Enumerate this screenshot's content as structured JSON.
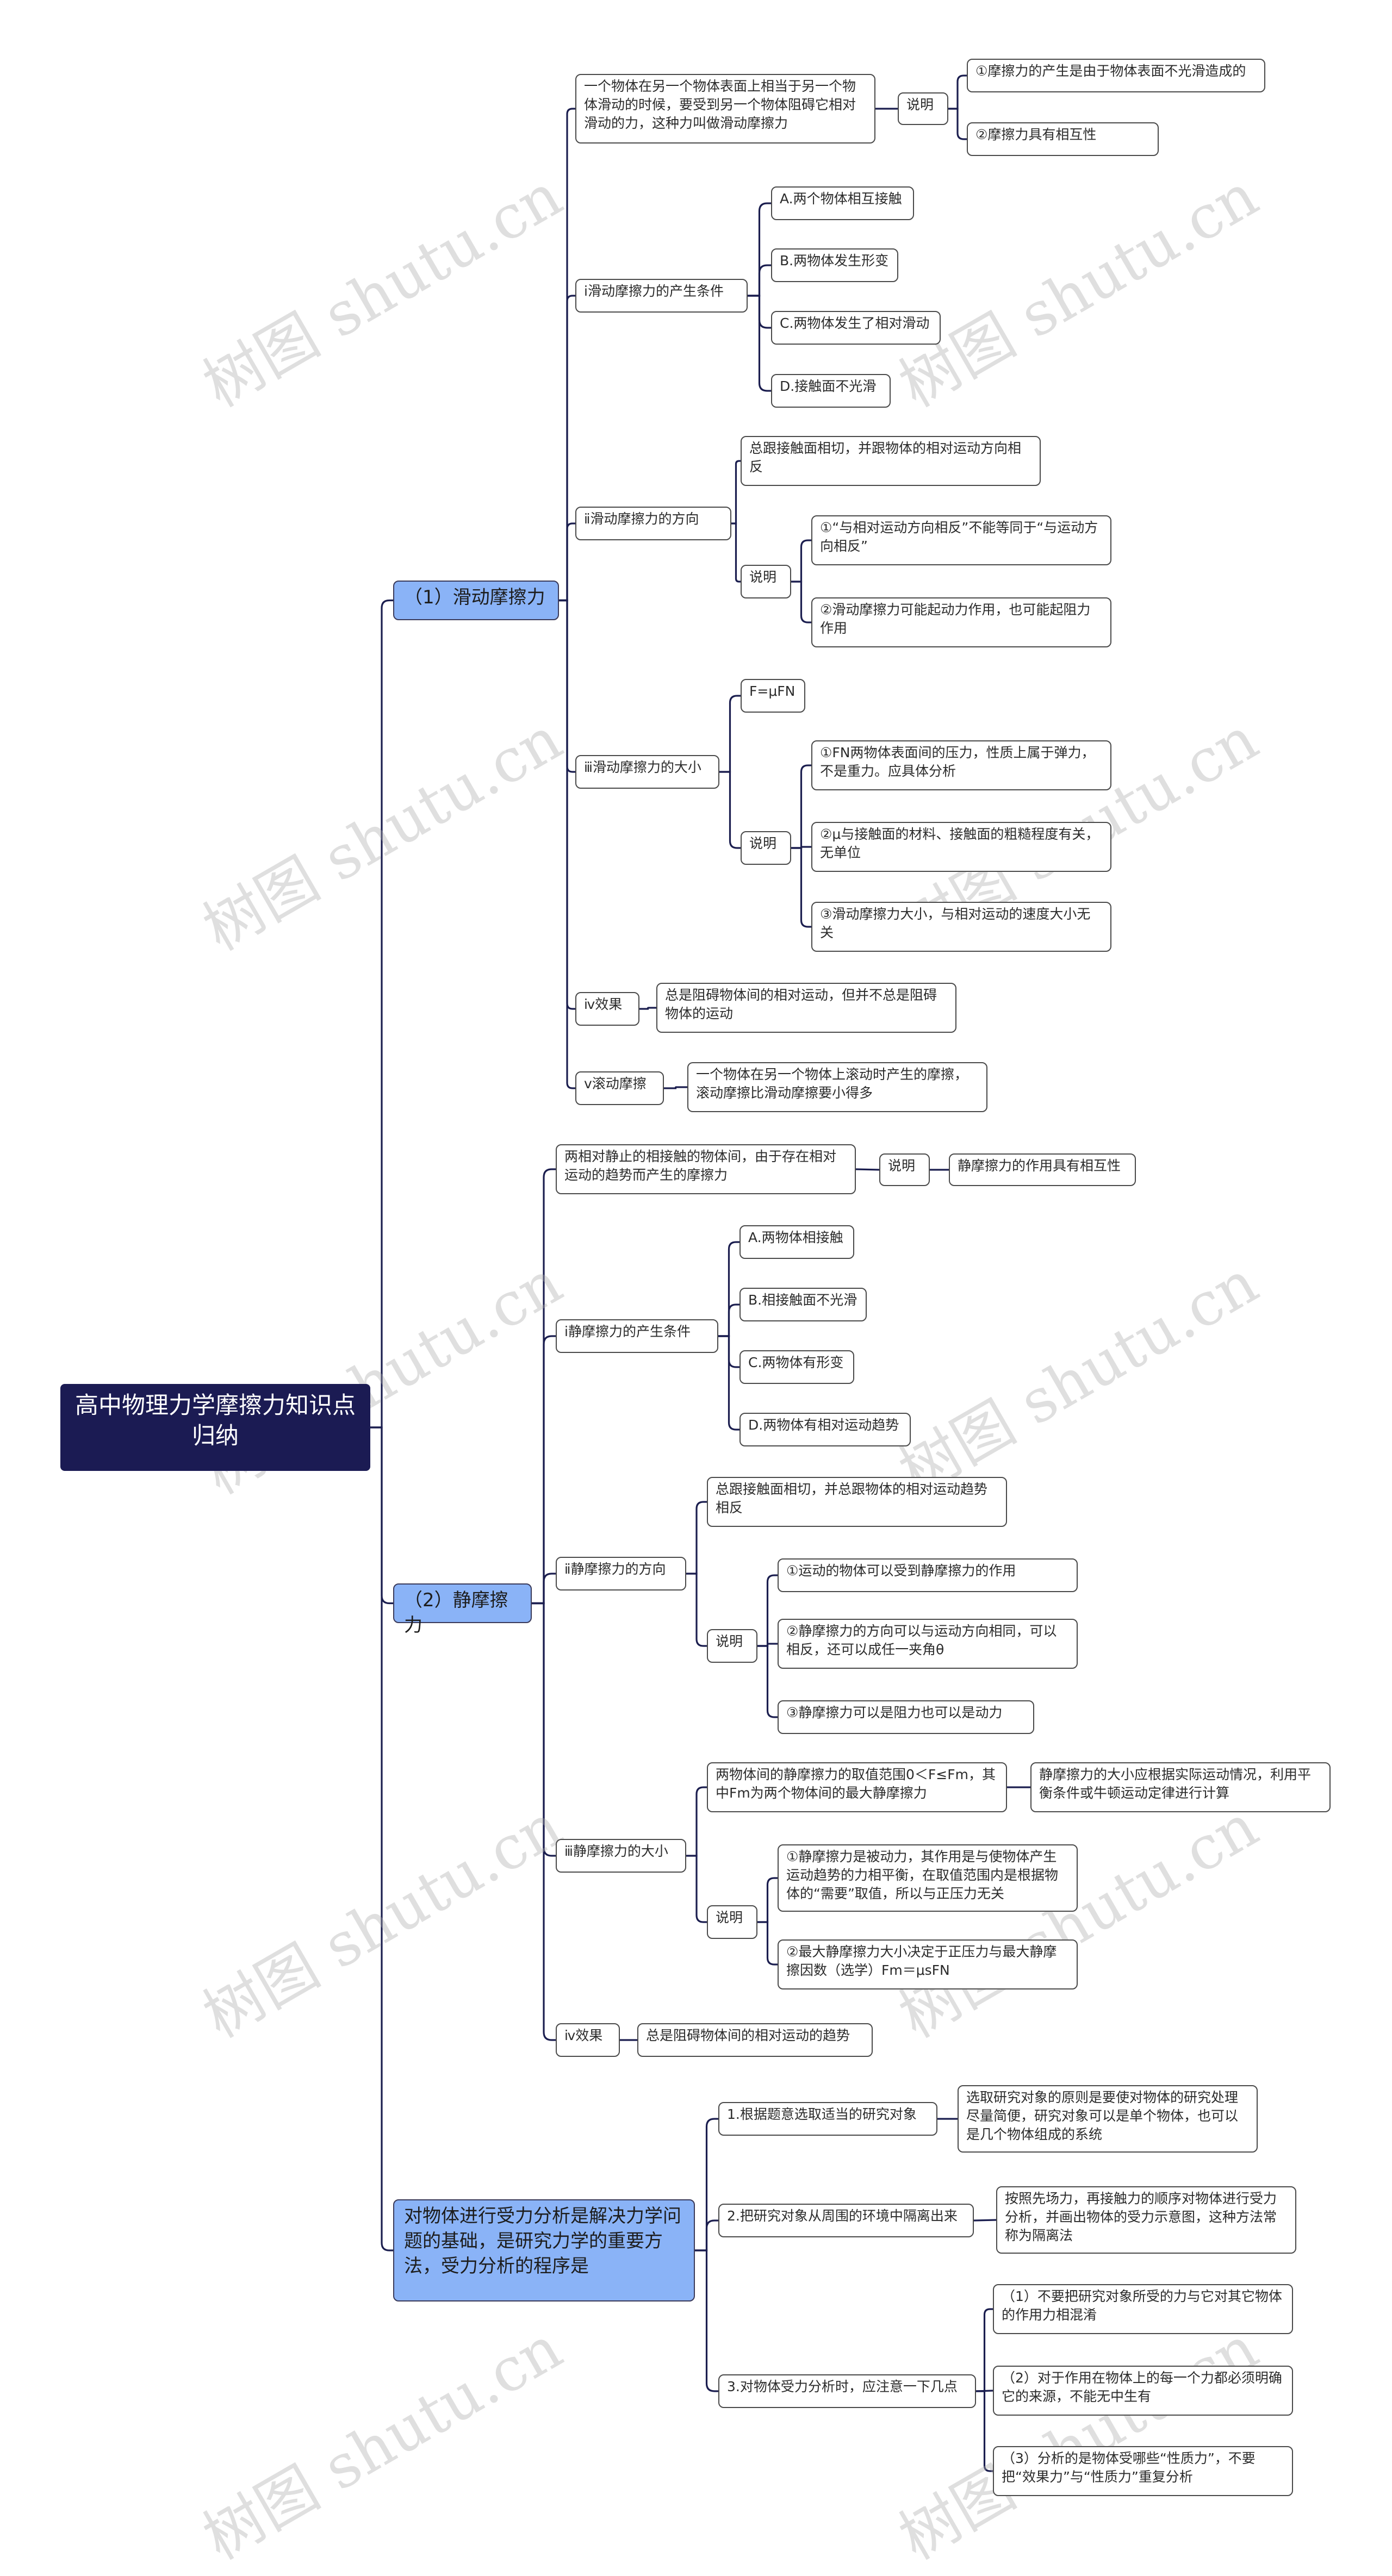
{
  "root": "高中物理力学摩擦力知识点归纳",
  "watermark": "树图 shutu.cn",
  "s1": {
    "title": "（1）滑动摩擦力",
    "def": "一个物体在另一个物体表面上相当于另一个物体滑动的时候，要受到另一个物体阻碍它相对滑动的力，这种力叫做滑动摩擦力",
    "def_note": "说明",
    "def_notes": [
      "①摩擦力的产生是由于物体表面不光滑造成的",
      "②摩擦力具有相互性"
    ],
    "cond": "ⅰ滑动摩擦力的产生条件",
    "conds": [
      "A.两个物体相互接触",
      "B.两物体发生形变",
      "C.两物体发生了相对滑动",
      "D.接触面不光滑"
    ],
    "dir": "ⅱ滑动摩擦力的方向",
    "dir_desc": "总跟接触面相切，并跟物体的相对运动方向相反",
    "dir_note": "说明",
    "dir_notes": [
      "①“与相对运动方向相反”不能等同于“与运动方向相反”",
      "②滑动摩擦力可能起动力作用，也可能起阻力作用"
    ],
    "mag": "ⅲ滑动摩擦力的大小",
    "formula": "F=μFN",
    "mag_note": "说明",
    "mag_notes": [
      "①FN两物体表面间的压力，性质上属于弹力，不是重力。应具体分析",
      "②μ与接触面的材料、接触面的粗糙程度有关，无单位",
      "③滑动摩擦力大小，与相对运动的速度大小无关"
    ],
    "eff": "ⅳ效果",
    "eff_desc": "总是阻碍物体间的相对运动，但并不总是阻碍物体的运动",
    "roll": "ⅴ滚动摩擦",
    "roll_desc": "一个物体在另一个物体上滚动时产生的摩擦，滚动摩擦比滑动摩擦要小得多"
  },
  "s2": {
    "title": "（2）静摩擦力",
    "def": "两相对静止的相接触的物体间，由于存在相对运动的趋势而产生的摩擦力",
    "def_note": "说明",
    "def_note_text": "静摩擦力的作用具有相互性",
    "cond": "ⅰ静摩擦力的产生条件",
    "conds": [
      "A.两物体相接触",
      "B.相接触面不光滑",
      "C.两物体有形变",
      "D.两物体有相对运动趋势"
    ],
    "dir": "ⅱ静摩擦力的方向",
    "dir_desc": "总跟接触面相切，并总跟物体的相对运动趋势相反",
    "dir_note": "说明",
    "dir_notes": [
      "①运动的物体可以受到静摩擦力的作用",
      "②静摩擦力的方向可以与运动方向相同，可以相反，还可以成任一夹角θ",
      "③静摩擦力可以是阻力也可以是动力"
    ],
    "mag": "ⅲ静摩擦力的大小",
    "range": "两物体间的静摩擦力的取值范围0＜F≤Fm，其中Fm为两个物体间的最大静摩擦力",
    "range_detail": "静摩擦力的大小应根据实际运动情况，利用平衡条件或牛顿运动定律进行计算",
    "mag_note": "说明",
    "mag_notes": [
      "①静摩擦力是被动力，其作用是与使物体产生运动趋势的力相平衡，在取值范围内是根据物体的“需要”取值，所以与正压力无关",
      "②最大静摩擦力大小决定于正压力与最大静摩擦因数（选学）Fm＝μsFN"
    ],
    "eff": "ⅳ效果",
    "eff_desc": "总是阻碍物体间的相对运动的趋势"
  },
  "s3": {
    "title": "对物体进行受力分析是解决力学问题的基础，是研究力学的重要方法，受力分析的程序是",
    "step1": "1.根据题意选取适当的研究对象",
    "step1_desc": "选取研究对象的原则是要使对物体的研究处理尽量简便，研究对象可以是单个物体，也可以是几个物体组成的系统",
    "step2": "2.把研究对象从周围的环境中隔离出来",
    "step2_desc": "按照先场力，再接触力的顺序对物体进行受力分析，并画出物体的受力示意图，这种方法常称为隔离法",
    "step3": "3.对物体受力分析时，应注意一下几点",
    "step3_notes": [
      "（1）不要把研究对象所受的力与它对其它物体的作用力相混淆",
      "（2）对于作用在物体上的每一个力都必须明确它的来源，不能无中生有",
      "（3）分析的是物体受哪些“性质力”，不要把“效果力”与“性质力”重复分析"
    ]
  }
}
